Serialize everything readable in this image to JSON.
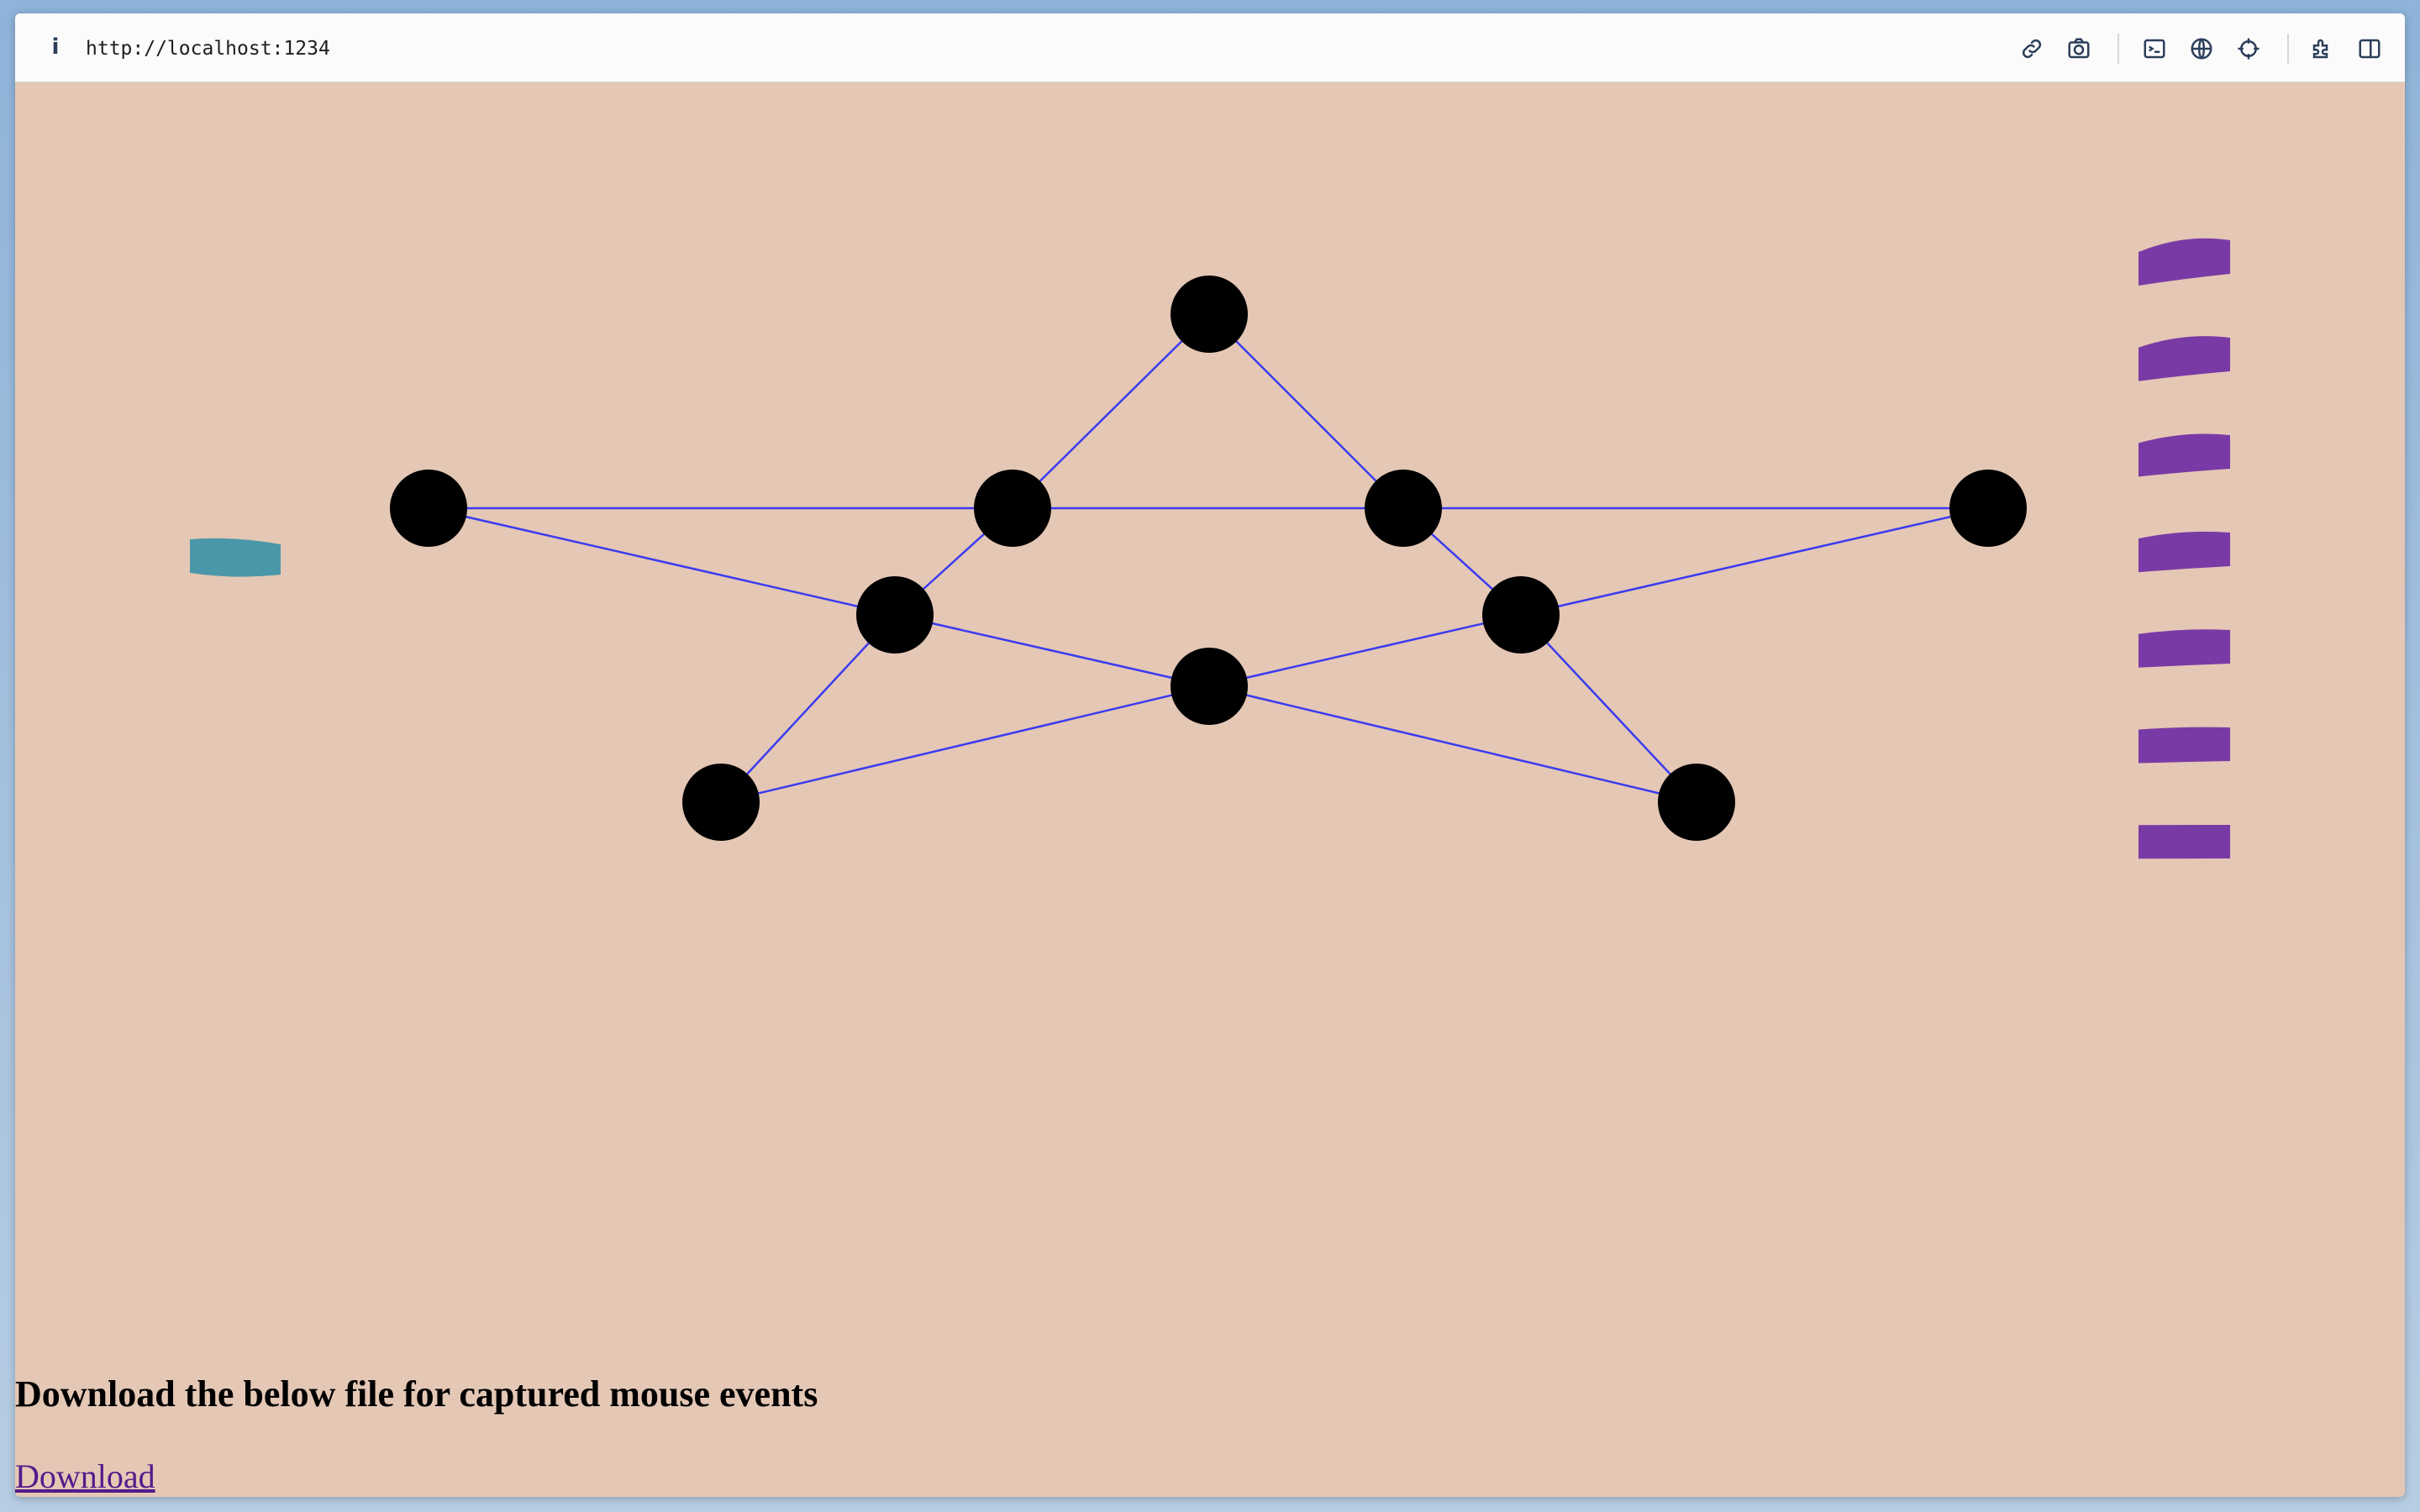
{
  "browser": {
    "url": "http://localhost:1234",
    "info_icon": "i",
    "toolbar_icons": [
      "link-icon",
      "camera-icon",
      "terminal-icon",
      "globe-icon",
      "crosshair-icon",
      "extension-icon",
      "sidebar-icon"
    ]
  },
  "page": {
    "background_color": "#e4c7b5",
    "heading": "Download the below file for captured mouse events",
    "download_link": "Download"
  },
  "graph": {
    "node_color": "#000000",
    "edge_color": "#3b3bf0",
    "draggable_left_color": "#4b97aa",
    "draggable_right_color": "#7a3aa6",
    "right_stack_count": 7
  }
}
